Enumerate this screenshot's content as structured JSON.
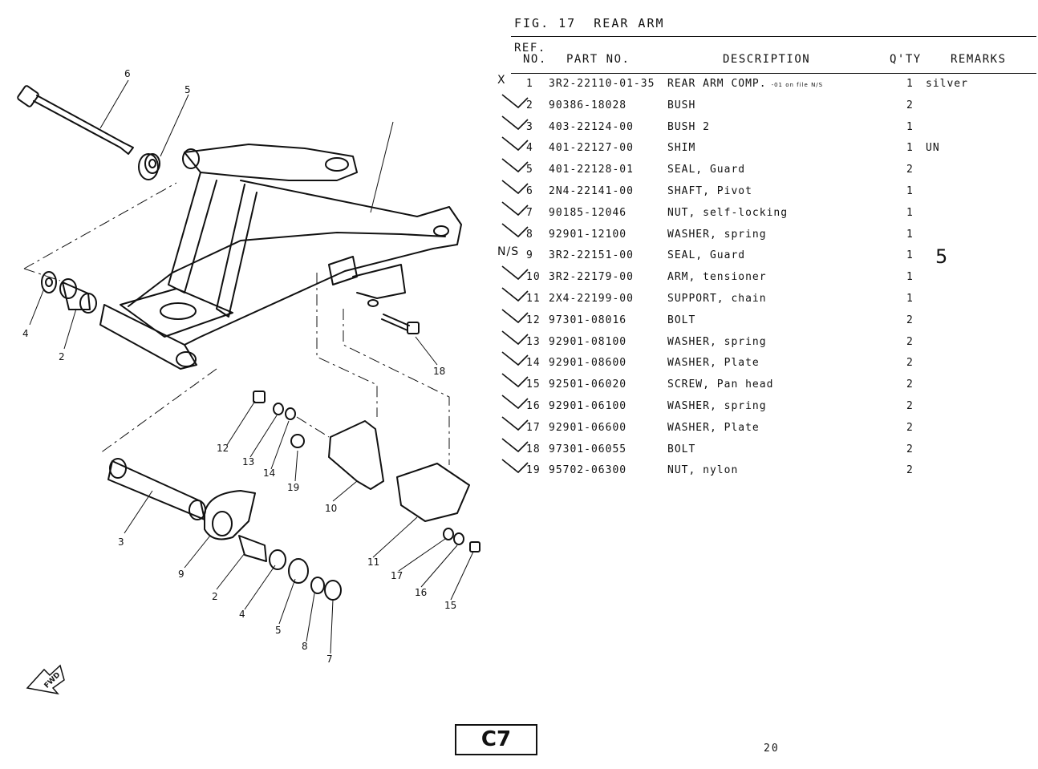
{
  "figure": {
    "title": "FIG. 17  REAR ARM"
  },
  "headers": {
    "ref_line1": "REF.",
    "ref_line2": "NO.",
    "part_no": "PART NO.",
    "description": "DESCRIPTION",
    "qty": "Q'TY",
    "remarks": "REMARKS"
  },
  "parts": [
    {
      "mark": "X",
      "ref": "1",
      "part_no": "3R2-22110-01-35",
      "description": "REAR ARM COMP.",
      "handwritten": "-01 on file N/S",
      "qty": "1",
      "remarks": "silver"
    },
    {
      "mark": "check",
      "ref": "2",
      "part_no": "90386-18028",
      "description": "BUSH",
      "qty": "2",
      "remarks": ""
    },
    {
      "mark": "check",
      "ref": "3",
      "part_no": "403-22124-00",
      "description": "BUSH 2",
      "qty": "1",
      "remarks": ""
    },
    {
      "mark": "check",
      "ref": "4",
      "part_no": "401-22127-00",
      "description": "SHIM",
      "qty": "1",
      "remarks": "UN"
    },
    {
      "mark": "check",
      "ref": "5",
      "part_no": "401-22128-01",
      "description": "SEAL, Guard",
      "qty": "2",
      "remarks": ""
    },
    {
      "mark": "check",
      "ref": "6",
      "part_no": "2N4-22141-00",
      "description": "SHAFT, Pivot",
      "qty": "1",
      "remarks": ""
    },
    {
      "mark": "check",
      "ref": "7",
      "part_no": "90185-12046",
      "description": "NUT, self-locking",
      "qty": "1",
      "remarks": ""
    },
    {
      "mark": "check",
      "ref": "8",
      "part_no": "92901-12100",
      "description": "WASHER, spring",
      "qty": "1",
      "remarks": ""
    },
    {
      "mark": "N/S",
      "ref": "9",
      "part_no": "3R2-22151-00",
      "description": "SEAL, Guard",
      "qty": "1",
      "remarks": ""
    },
    {
      "mark": "check",
      "ref": "10",
      "part_no": "3R2-22179-00",
      "description": "ARM, tensioner",
      "qty": "1",
      "remarks": ""
    },
    {
      "mark": "check",
      "ref": "11",
      "part_no": "2X4-22199-00",
      "description": "SUPPORT, chain",
      "qty": "1",
      "remarks": ""
    },
    {
      "mark": "check",
      "ref": "12",
      "part_no": "97301-08016",
      "description": "BOLT",
      "qty": "2",
      "remarks": ""
    },
    {
      "mark": "check",
      "ref": "13",
      "part_no": "92901-08100",
      "description": "WASHER, spring",
      "qty": "2",
      "remarks": ""
    },
    {
      "mark": "check",
      "ref": "14",
      "part_no": "92901-08600",
      "description": "WASHER, Plate",
      "qty": "2",
      "remarks": ""
    },
    {
      "mark": "check",
      "ref": "15",
      "part_no": "92501-06020",
      "description": "SCREW, Pan head",
      "qty": "2",
      "remarks": ""
    },
    {
      "mark": "check",
      "ref": "16",
      "part_no": "92901-06100",
      "description": "WASHER, spring",
      "qty": "2",
      "remarks": ""
    },
    {
      "mark": "check",
      "ref": "17",
      "part_no": "92901-06600",
      "description": "WASHER, Plate",
      "qty": "2",
      "remarks": ""
    },
    {
      "mark": "check",
      "ref": "18",
      "part_no": "97301-06055",
      "description": "BOLT",
      "qty": "2",
      "remarks": ""
    },
    {
      "mark": "check",
      "ref": "19",
      "part_no": "95702-06300",
      "description": "NUT, nylon",
      "qty": "2",
      "remarks": ""
    }
  ],
  "handwritten_note": "5",
  "diagram": {
    "callouts": [
      "6",
      "5",
      "4",
      "2",
      "18",
      "12",
      "13",
      "14",
      "19",
      "10",
      "3",
      "9",
      "2",
      "4",
      "5",
      "8",
      "7",
      "11",
      "17",
      "16",
      "15"
    ],
    "fwd_label": "FWD"
  },
  "page": {
    "code": "C7",
    "number": "20"
  }
}
